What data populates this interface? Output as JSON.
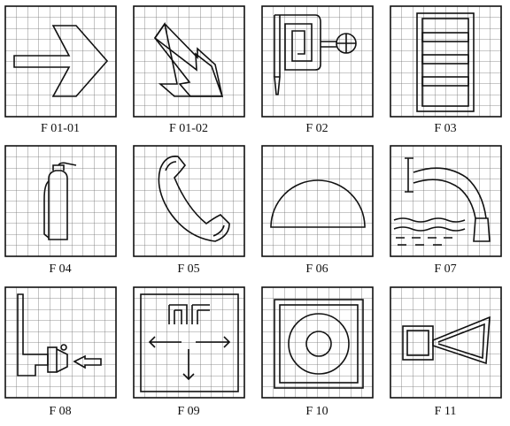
{
  "panels": [
    {
      "label": "F 01-01",
      "symbol": "arrow-right-icon"
    },
    {
      "label": "F 01-02",
      "symbol": "arrow-diagonal-icon"
    },
    {
      "label": "F 02",
      "symbol": "fire-hose-reel-icon"
    },
    {
      "label": "F 03",
      "symbol": "fire-ladder-icon"
    },
    {
      "label": "F 04",
      "symbol": "fire-extinguisher-icon"
    },
    {
      "label": "F 05",
      "symbol": "emergency-telephone-icon"
    },
    {
      "label": "F 06",
      "symbol": "fire-blanket-icon"
    },
    {
      "label": "F 07",
      "symbol": "water-source-icon"
    },
    {
      "label": "F 08",
      "symbol": "fire-hydrant-icon"
    },
    {
      "label": "F 09",
      "symbol": "fire-equipment-location-icon"
    },
    {
      "label": "F 10",
      "symbol": "fire-alarm-bell-icon"
    },
    {
      "label": "F 11",
      "symbol": "fire-siren-icon"
    }
  ],
  "colors": {
    "line": "#111111",
    "grid": "#666666",
    "background": "#ffffff"
  }
}
